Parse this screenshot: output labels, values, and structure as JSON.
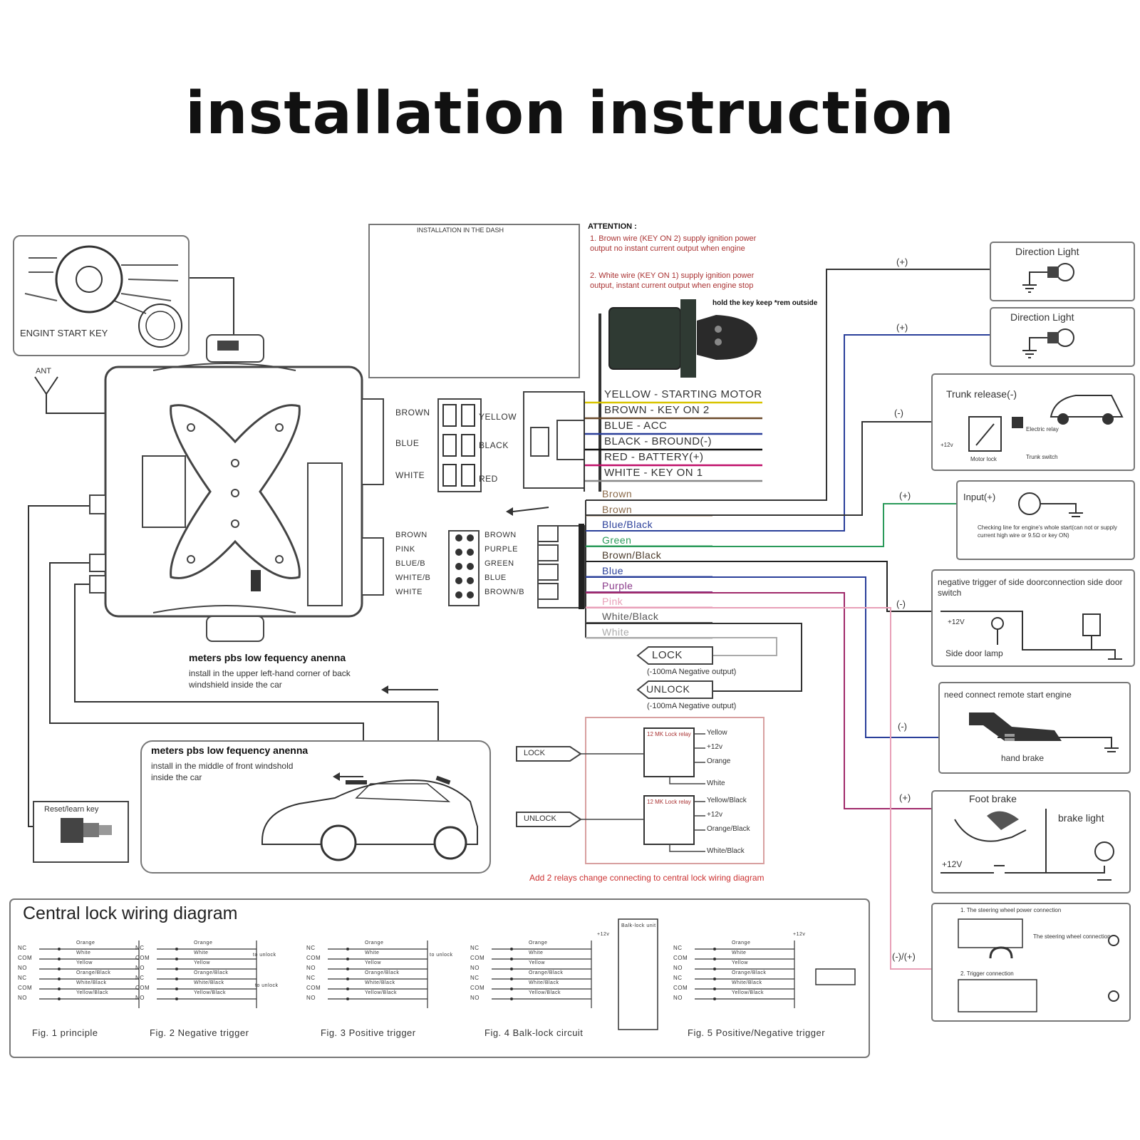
{
  "title": "installation instruction",
  "attention": {
    "heading": "ATTENTION :",
    "note1": "1. Brown wire (KEY ON 2) supply ignition power output no instant current output when engine",
    "note2": "2. White wire (KEY ON 1) supply ignition power output, instant current output when engine stop",
    "key_note": "hold the key keep *rem outside",
    "box_caption": "INSTALLATION IN THE DASH"
  },
  "start_key": {
    "label": "ENGINT START KEY"
  },
  "antenna": {
    "label": "ANT"
  },
  "left_connector": {
    "left": [
      "BROWN",
      "BLUE",
      "WHITE"
    ],
    "right": [
      "YELLOW",
      "BLACK",
      "RED"
    ]
  },
  "power_wires": [
    {
      "text": "YELLOW  -  STARTING MOTOR",
      "color": "#d8c400"
    },
    {
      "text": "BROWN  -  KEY ON 2",
      "color": "#6b4a2b"
    },
    {
      "text": "BLUE  -  ACC",
      "color": "#2a3f9a"
    },
    {
      "text": "BLACK  -  BROUND(-)",
      "color": "#111111"
    },
    {
      "text": "RED  -  BATTERY(+)",
      "color": "#c0106a"
    },
    {
      "text": "WHITE  -  KEY ON 1",
      "color": "#888888"
    }
  ],
  "small_connector": {
    "left": [
      "BROWN",
      "PINK",
      "BLUE/B",
      "WHITE/B",
      "WHITE"
    ],
    "right": [
      "BROWN",
      "PURPLE",
      "GREEN",
      "BLUE",
      "BROWN/B"
    ]
  },
  "signal_wires": [
    {
      "text": "Brown",
      "color": "#8a6a4a"
    },
    {
      "text": "Brown",
      "color": "#8a6a4a"
    },
    {
      "text": "Blue/Black",
      "color": "#2a3f9a"
    },
    {
      "text": "Green",
      "color": "#2a9a5a"
    },
    {
      "text": "Brown/Black",
      "color": "#4a3a2a"
    },
    {
      "text": "Blue",
      "color": "#2a3f9a"
    },
    {
      "text": "Purple",
      "color": "#8a3a8a"
    },
    {
      "text": "Pink",
      "color": "#e8a0b8"
    },
    {
      "text": "White/Black",
      "color": "#555555"
    },
    {
      "text": "White",
      "color": "#aaaaaa"
    }
  ],
  "outputs": {
    "lock": "LOCK",
    "lock_note": "(-100mA Negative output)",
    "unlock": "UNLOCK",
    "unlock_note": "(-100mA Negative output)"
  },
  "relays": {
    "lock_tag": "LOCK",
    "unlock_tag": "UNLOCK",
    "lock_pins": [
      "Yellow",
      "+12v",
      "Orange",
      "White"
    ],
    "unlock_pins": [
      "Yellow/Black",
      "+12v",
      "Orange/Black",
      "White/Black"
    ],
    "relay_label": "12 MK Lock relay",
    "caption": "Add 2 relays change connecting to central lock wiring diagram"
  },
  "antenna_notes": {
    "rear_title": "meters pbs low fequency anenna",
    "rear_desc": "install in the upper left-hand corner of back windshield inside the car",
    "front_title": "meters pbs low fequency anenna",
    "front_desc": "install in the middle of front windshold inside the car"
  },
  "reset_key": {
    "label": "Reset/learn key"
  },
  "right_panels": {
    "direction1": "Direction Light",
    "direction2": "Direction Light",
    "trunk": "Trunk release(-)",
    "trunk_notes": [
      "+12v",
      "Motor lock",
      "Electric relay",
      "Trunk switch"
    ],
    "input": "Input(+)",
    "input_note": "Checking line for engine's whole start(can not or supply current high wire or 9.5Ω or key ON)",
    "door_title": "negative trigger of side doorconnection  side door switch",
    "door_12v": "+12V",
    "door_lamp": "Side door lamp",
    "hand_title": "need connect remote start engine",
    "hand_label": "hand brake",
    "foot_brake": "Foot brake",
    "brake_light": "brake light",
    "brake_12v": "+12V",
    "last_notes": [
      "1. The steering wheel power connection",
      "The steering wheel connection",
      "2. Trigger connection"
    ]
  },
  "signs": {
    "s1": "(+)",
    "s2": "(+)",
    "s3": "(-)",
    "s4": "(+)",
    "s5": "(-)",
    "s6": "(-)",
    "s7": "(+)",
    "s8": "(-)/(+)"
  },
  "central_lock": {
    "title": "Central lock wiring diagram",
    "figs": [
      "Fig. 1  principle",
      "Fig. 2  Negative trigger",
      "Fig. 3  Positive trigger",
      "Fig. 4  Balk-lock circuit",
      "Fig. 5  Positive/Negative trigger"
    ],
    "pin_labels": [
      "NC",
      "COM",
      "NO",
      "NC",
      "COM",
      "NO"
    ],
    "wire_labels": [
      "Orange",
      "White",
      "Yellow",
      "Orange/Black",
      "White/Black",
      "Yellow/Black"
    ],
    "misc": [
      "to unlock",
      "to unlock",
      "to unlock",
      "+12v",
      "+12v",
      "Balk-lock unit"
    ]
  }
}
